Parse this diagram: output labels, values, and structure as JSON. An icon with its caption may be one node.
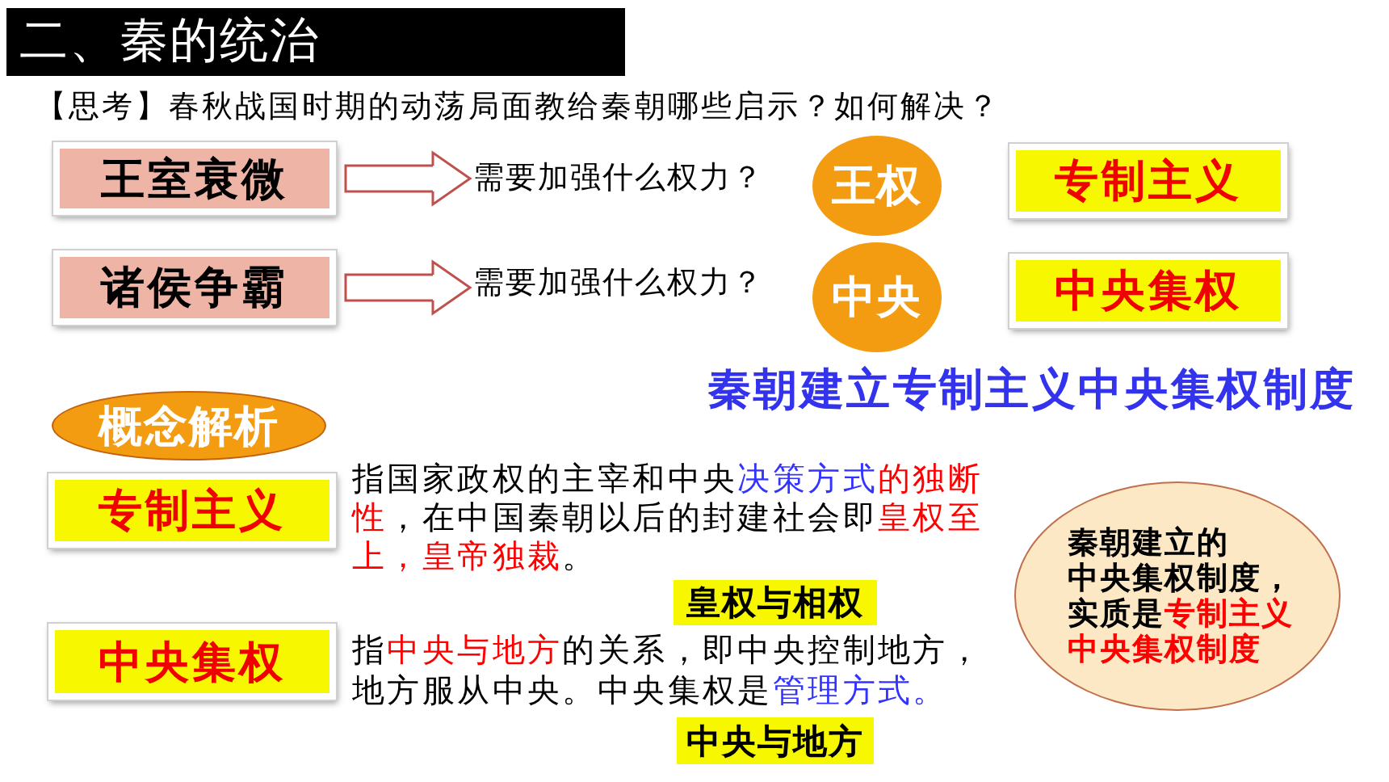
{
  "diagram": {
    "title": "二、秦的统治",
    "nodes": [
      {
        "text": [
          "王室衰微"
        ]
      },
      {
        "text": [
          "需要加强什么权力？"
        ]
      },
      {
        "text": [
          "王权"
        ]
      },
      {
        "text": [
          "专制主义"
        ]
      },
      {
        "text": [
          "诸侯争霸"
        ]
      },
      {
        "text": [
          "需要加强什么权力？"
        ]
      },
      {
        "text": [
          "中央"
        ]
      },
      {
        "text": [
          "中央集权"
        ]
      },
      {
        "text": [
          "概念解析"
        ]
      },
      {
        "text": [
          "专制主义"
        ],
        "beside": [
          "指国家政权的主宰和中央决策方式的独断性，在中国秦朝以后的封建社会即皇权至上，皇帝独裁。"
        ]
      },
      {
        "text": [
          "皇权与相权"
        ]
      },
      {
        "text": [
          "中央集权"
        ],
        "beside": [
          "指中央与地方的关系，即中央控制地方，地方服从中央。中央集权是管理方式。"
        ]
      },
      {
        "text": [
          "中央与地方"
        ]
      },
      {
        "text": [
          "秦朝建立的中央集权制度，实质是专制主义中央集权制度"
        ]
      }
    ],
    "edges": [
      {
        "from": 0,
        "to": 1,
        "arrow": "to"
      },
      {
        "from": 4,
        "to": 5,
        "arrow": "to"
      }
    ],
    "labels": [
      "【思考】春秋战国时期的动荡局面教给秦朝哪些启示？如何解决？",
      "秦朝建立专制主义中央集权制度"
    ]
  }
}
